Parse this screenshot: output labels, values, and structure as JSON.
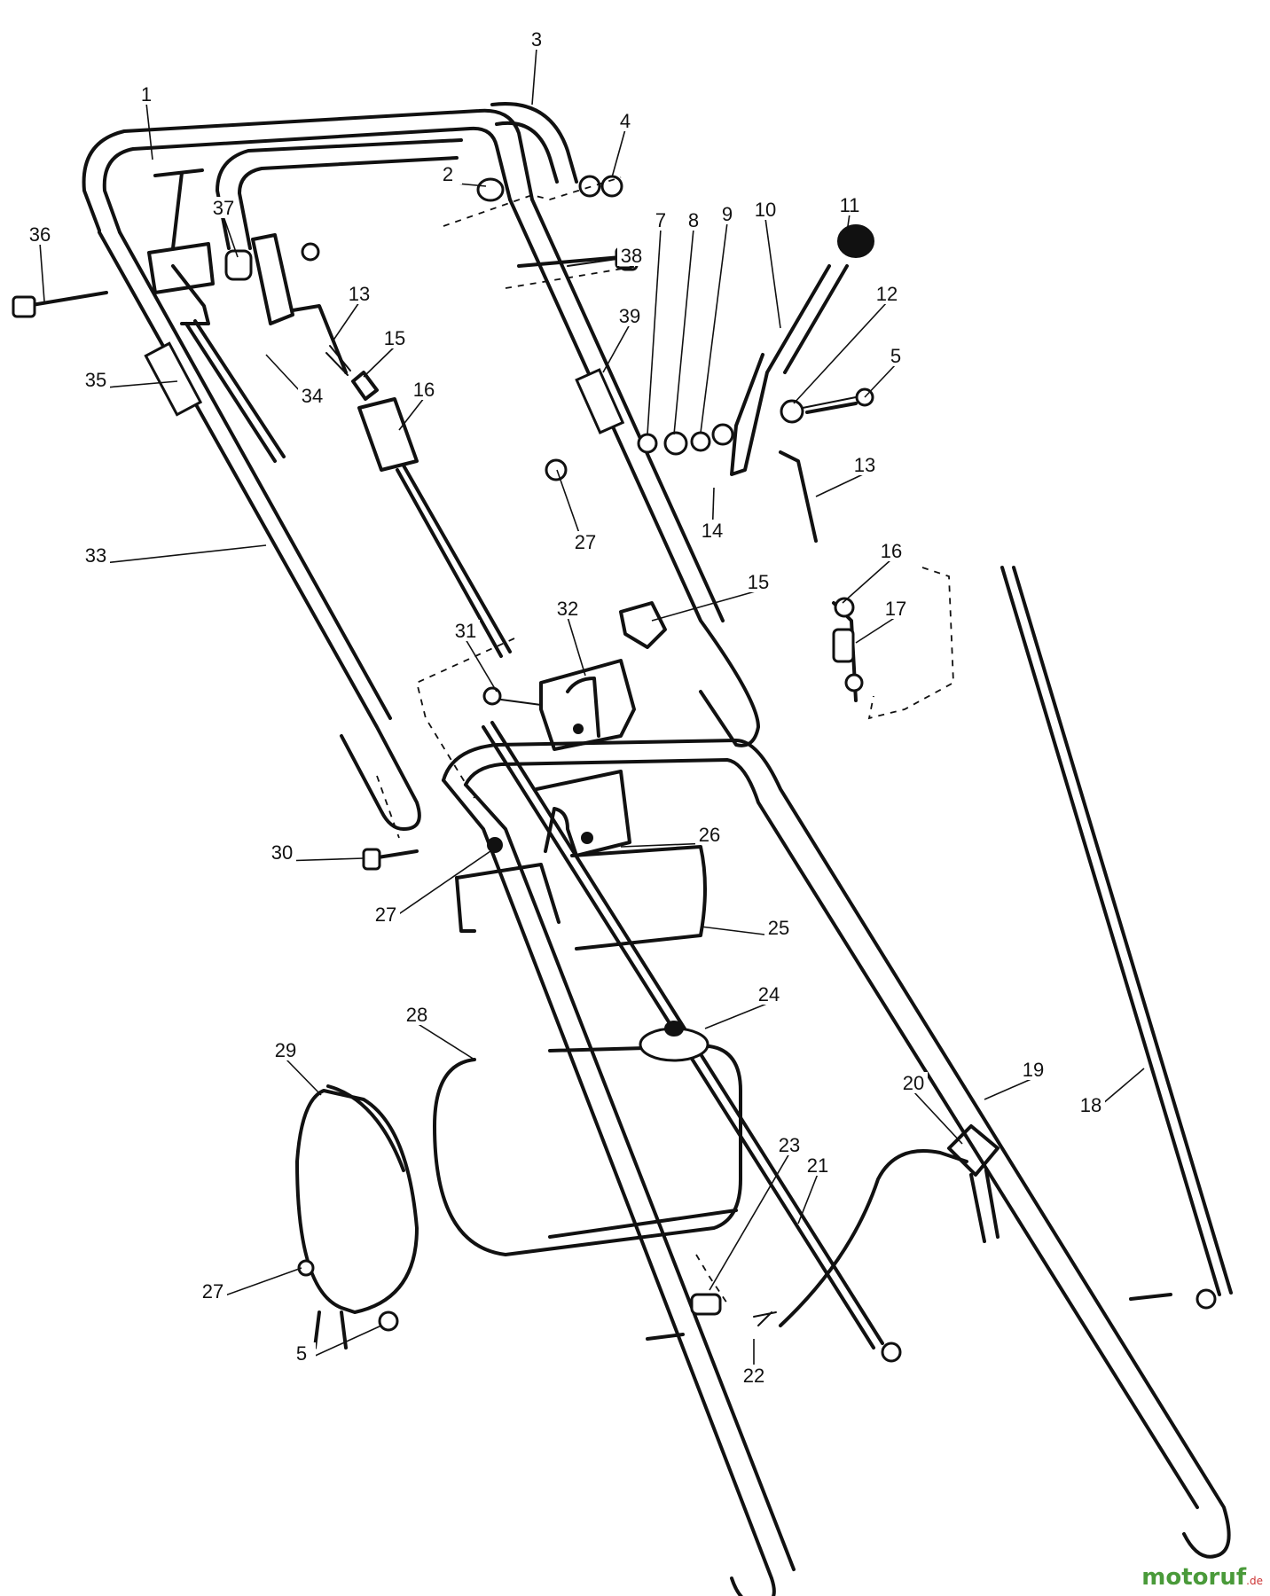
{
  "callouts": [
    {
      "id": "1",
      "label": "1"
    },
    {
      "id": "2",
      "label": "2"
    },
    {
      "id": "3",
      "label": "3"
    },
    {
      "id": "4",
      "label": "4"
    },
    {
      "id": "5a",
      "label": "5"
    },
    {
      "id": "5b",
      "label": "5"
    },
    {
      "id": "7",
      "label": "7"
    },
    {
      "id": "8",
      "label": "8"
    },
    {
      "id": "9",
      "label": "9"
    },
    {
      "id": "10",
      "label": "10"
    },
    {
      "id": "11",
      "label": "11"
    },
    {
      "id": "12",
      "label": "12"
    },
    {
      "id": "13a",
      "label": "13"
    },
    {
      "id": "13b",
      "label": "13"
    },
    {
      "id": "14",
      "label": "14"
    },
    {
      "id": "15a",
      "label": "15"
    },
    {
      "id": "15b",
      "label": "15"
    },
    {
      "id": "16a",
      "label": "16"
    },
    {
      "id": "16b",
      "label": "16"
    },
    {
      "id": "17",
      "label": "17"
    },
    {
      "id": "18",
      "label": "18"
    },
    {
      "id": "19",
      "label": "19"
    },
    {
      "id": "20",
      "label": "20"
    },
    {
      "id": "21",
      "label": "21"
    },
    {
      "id": "22",
      "label": "22"
    },
    {
      "id": "23",
      "label": "23"
    },
    {
      "id": "24",
      "label": "24"
    },
    {
      "id": "25",
      "label": "25"
    },
    {
      "id": "26",
      "label": "26"
    },
    {
      "id": "27a",
      "label": "27"
    },
    {
      "id": "27b",
      "label": "27"
    },
    {
      "id": "27c",
      "label": "27"
    },
    {
      "id": "28",
      "label": "28"
    },
    {
      "id": "29",
      "label": "29"
    },
    {
      "id": "30",
      "label": "30"
    },
    {
      "id": "31",
      "label": "31"
    },
    {
      "id": "32",
      "label": "32"
    },
    {
      "id": "33",
      "label": "33"
    },
    {
      "id": "34",
      "label": "34"
    },
    {
      "id": "35",
      "label": "35"
    },
    {
      "id": "36",
      "label": "36"
    },
    {
      "id": "37",
      "label": "37"
    },
    {
      "id": "38",
      "label": "38"
    },
    {
      "id": "39",
      "label": "39"
    }
  ],
  "watermark": {
    "brand": "motoruf",
    "tld": ".de"
  }
}
